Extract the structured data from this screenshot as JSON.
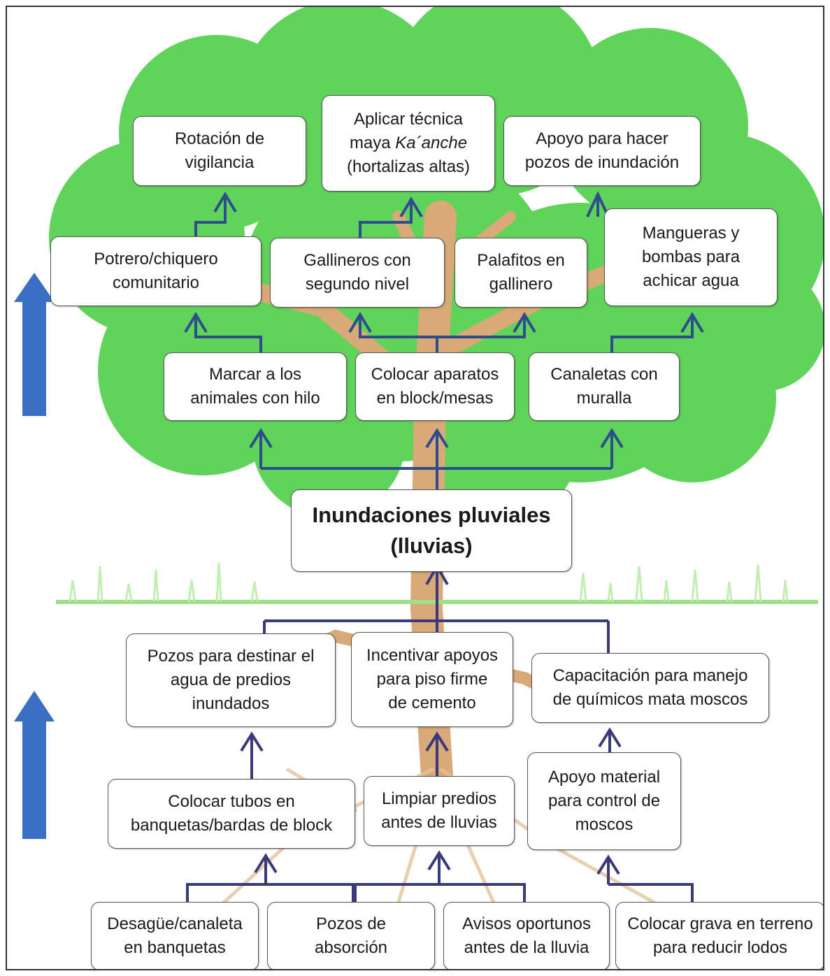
{
  "center": {
    "line1": "Inundaciones pluviales",
    "line2": "(lluvias)"
  },
  "crown": {
    "row1": [
      {
        "id": "n11",
        "text": "Marcar a los\nanimales con hilo"
      },
      {
        "id": "n12",
        "text": "Colocar aparatos\nen block/mesas"
      },
      {
        "id": "n13",
        "text": "Canaletas con\nmuralla"
      }
    ],
    "row2": [
      {
        "id": "n21",
        "text": "Potrero/chiquero\ncomunitario"
      },
      {
        "id": "n22",
        "text": "Gallineros con\nsegundo nivel"
      },
      {
        "id": "n23",
        "text": "Palafitos en\ngallinero"
      },
      {
        "id": "n24",
        "text": "Mangueras y\nbombas para\nachicar agua"
      }
    ],
    "row3": [
      {
        "id": "n31",
        "text": "Rotación de\nvigilancia"
      },
      {
        "id": "n32",
        "line1": "Aplicar técnica",
        "line2_plain": "maya ",
        "line2_italic": "Ka´anche",
        "line3": "(hortalizas altas)"
      },
      {
        "id": "n33",
        "text": "Apoyo  para hacer\npozos de inundación"
      }
    ]
  },
  "roots": {
    "row1": [
      {
        "id": "r11",
        "text": "Pozos para destinar el\nagua de predios\ninundados"
      },
      {
        "id": "r12",
        "text": "Incentivar apoyos\npara piso firme\nde cemento"
      },
      {
        "id": "r13",
        "text": "Capacitación para manejo\nde químicos mata moscos"
      }
    ],
    "row2": [
      {
        "id": "r21",
        "text": "Colocar tubos en\nbanquetas/bardas de block"
      },
      {
        "id": "r22",
        "text": "Limpiar predios\nantes de lluvias"
      },
      {
        "id": "r23",
        "text": "Apoyo  material\npara control de\nmoscos"
      }
    ],
    "row3": [
      {
        "id": "r31",
        "text": "Desagüe/canaleta\nen banquetas"
      },
      {
        "id": "r32",
        "text": "Pozos de\nabsorción"
      },
      {
        "id": "r33",
        "text": "Avisos oportunos\nantes de la lluvia"
      },
      {
        "id": "r34",
        "text": "Colocar grava en terreno\npara reducir lodos"
      }
    ]
  },
  "colors": {
    "crown_green": "#5fd35a",
    "crown_dark": "#47c443",
    "trunk": "#d9a977",
    "grass": "#9ee08a",
    "connector": "#2f4d8c",
    "root_connector": "#3a3a7a",
    "arrow_blue": "#3a6fc4"
  }
}
